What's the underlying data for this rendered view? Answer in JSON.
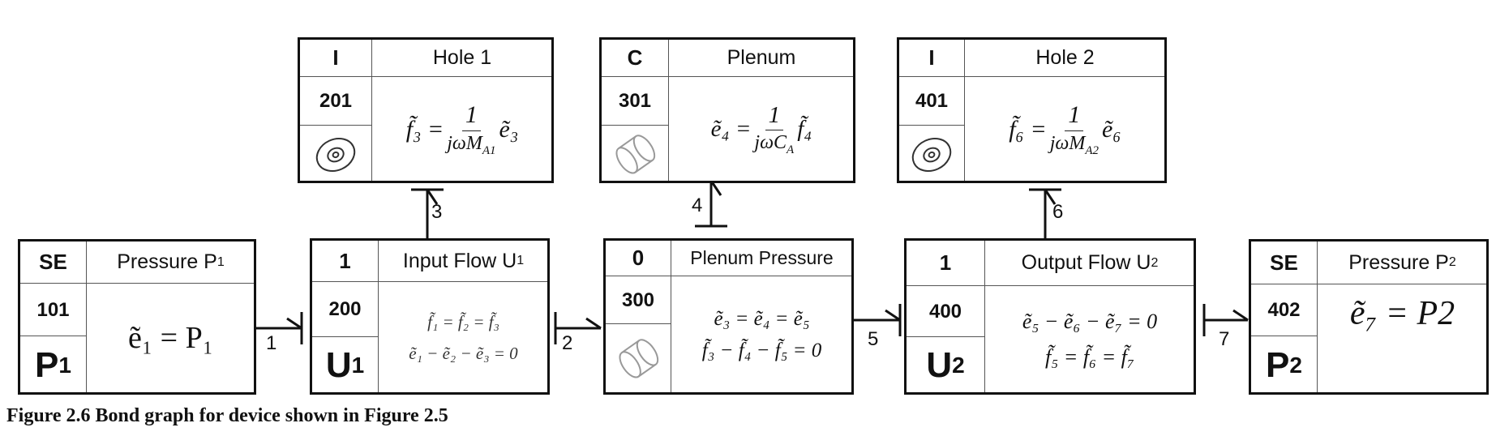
{
  "elements": {
    "se1": {
      "type": "SE",
      "title": "Pressure P",
      "title_sub": "1",
      "number": "101",
      "var": "P",
      "var_sub": "1",
      "eq": "ẽ₁ = P₁"
    },
    "j200": {
      "type": "1",
      "title": "Input Flow U",
      "title_sub": "1",
      "number": "200",
      "var": "U",
      "var_sub": "1",
      "eq1": "f̃₁ = f̃₂ = f̃₃",
      "eq2": "ẽ₁ − ẽ₂ − ẽ₃ = 0"
    },
    "hole1": {
      "type": "I",
      "title": "Hole 1",
      "number": "201",
      "lhs": "f̃₃ =",
      "num": "1",
      "den": "jωM",
      "den_sub": "A1",
      "rhs": "ẽ₃"
    },
    "plenum": {
      "type": "C",
      "title": "Plenum",
      "number": "301",
      "lhs": "ẽ₄ =",
      "num": "1",
      "den": "jωC",
      "den_sub": "A",
      "rhs": "f̃₄"
    },
    "j300": {
      "type": "0",
      "title": "Plenum Pressure",
      "number": "300",
      "eq1": "ẽ₃ = ẽ₄ = ẽ₅",
      "eq2": "f̃₃ − f̃₄ − f̃₅ = 0"
    },
    "hole2": {
      "type": "I",
      "title": "Hole 2",
      "number": "401",
      "lhs": "f̃₆ =",
      "num": "1",
      "den": "jωM",
      "den_sub": "A2",
      "rhs": "ẽ₆"
    },
    "j400": {
      "type": "1",
      "title": "Output Flow U",
      "title_sub": "2",
      "number": "400",
      "var": "U",
      "var_sub": "2",
      "eq1": "ẽ₅ − ẽ₆ − ẽ₇ = 0",
      "eq2": "f̃₅ = f̃₆ = f̃₇"
    },
    "se2": {
      "type": "SE",
      "title": "Pressure P",
      "title_sub": "2",
      "number": "402",
      "var": "P",
      "var_sub": "2",
      "eq": "ẽ₇ = P2"
    }
  },
  "bonds": {
    "b1": "1",
    "b2": "2",
    "b3": "3",
    "b4": "4",
    "b5": "5",
    "b6": "6",
    "b7": "7"
  },
  "icons": {
    "hole1": "orifice-icon",
    "plenum": "cylinder-icon",
    "hole2": "orifice-icon"
  },
  "caption": "Figure 2.6 Bond graph for device shown in Figure 2.5"
}
